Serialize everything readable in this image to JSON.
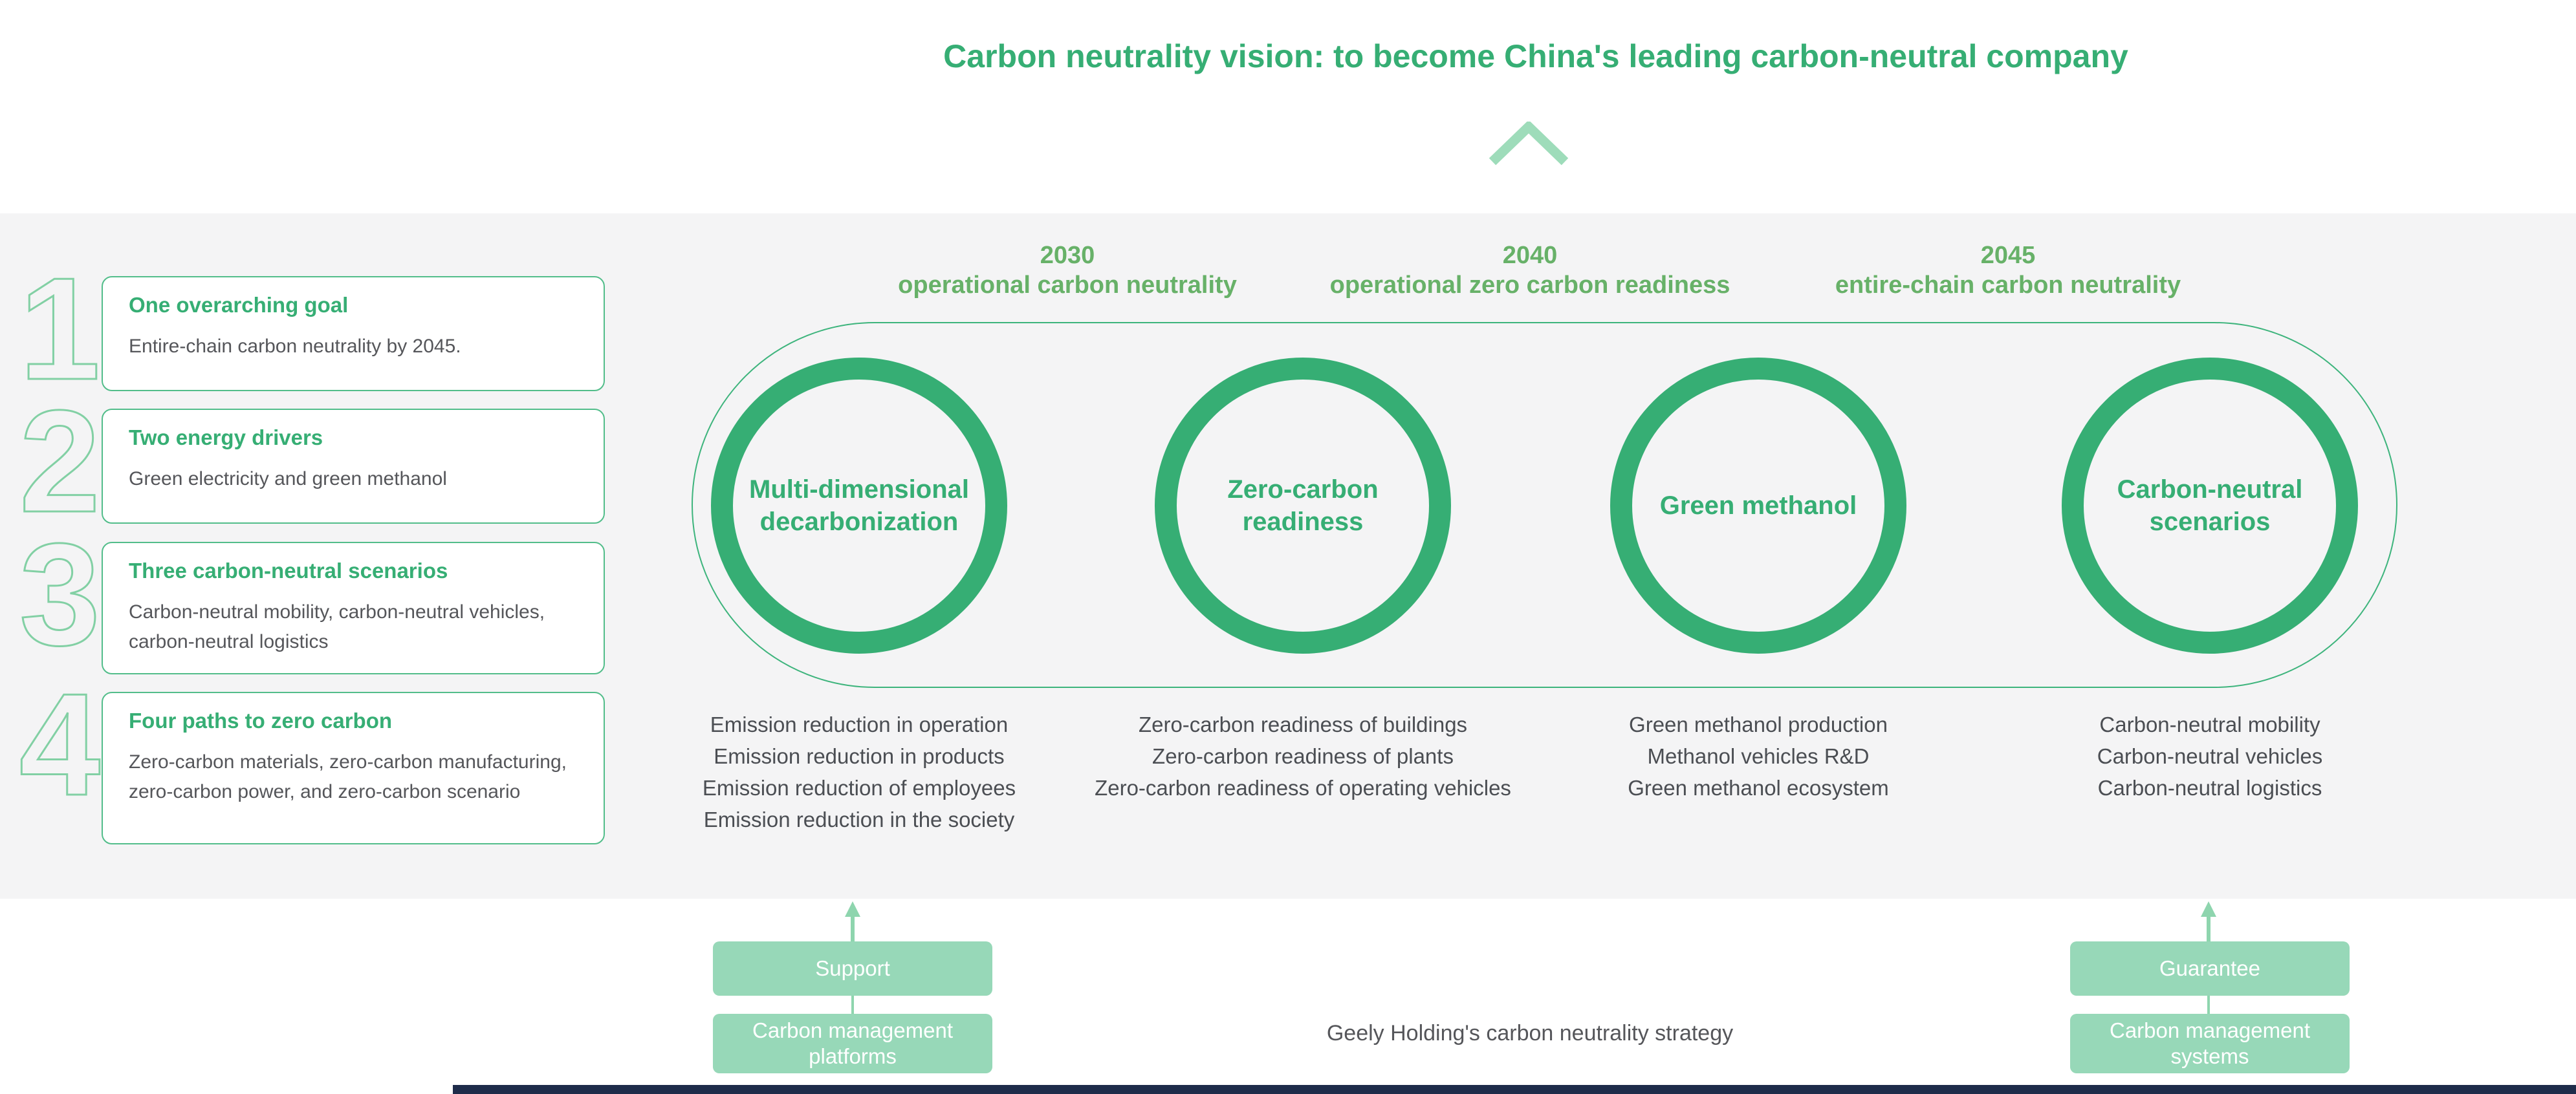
{
  "title": "Carbon neutrality vision: to become China's leading carbon-neutral company",
  "goals": [
    {
      "number": "1",
      "title": "One overarching goal",
      "body": "Entire-chain carbon neutrality by 2045."
    },
    {
      "number": "2",
      "title": "Two energy drivers",
      "body": "Green electricity and green methanol"
    },
    {
      "number": "3",
      "title": "Three carbon-neutral scenarios",
      "body": "Carbon-neutral mobility, carbon-neutral vehicles, carbon-neutral logistics"
    },
    {
      "number": "4",
      "title": "Four paths to zero carbon",
      "body": "Zero-carbon materials, zero-carbon manufacturing, zero-carbon power, and zero-carbon scenario"
    }
  ],
  "milestones": [
    {
      "year": "2030",
      "label": "operational carbon neutrality"
    },
    {
      "year": "2040",
      "label": "operational zero carbon readiness"
    },
    {
      "year": "2045",
      "label": "entire-chain carbon neutrality"
    }
  ],
  "pillars": [
    {
      "name": "Multi-dimensional decarbonization",
      "items": [
        "Emission reduction in operation",
        "Emission reduction in products",
        "Emission reduction of employees",
        "Emission reduction in the society"
      ]
    },
    {
      "name": "Zero-carbon readiness",
      "items": [
        "Zero-carbon readiness of buildings",
        "Zero-carbon readiness of plants",
        "Zero-carbon readiness of operating vehicles"
      ]
    },
    {
      "name": "Green methanol",
      "items": [
        "Green methanol production",
        "Methanol vehicles R&D",
        "Green methanol ecosystem"
      ]
    },
    {
      "name": "Carbon-neutral scenarios",
      "items": [
        "Carbon-neutral mobility",
        "Carbon-neutral vehicles",
        "Carbon-neutral logistics"
      ]
    }
  ],
  "support_stack": {
    "top_box": "Support",
    "bottom_box": "Carbon management platforms"
  },
  "guarantee_stack": {
    "top_box": "Guarantee",
    "bottom_box": "Carbon management systems"
  },
  "caption": "Geely Holding's carbon neutrality strategy",
  "colors": {
    "emerald": "#36ae74",
    "header_green": "#67b168",
    "light_green": "#97d8b8",
    "pale_outline_green": "#82d0a4",
    "body_text": "#55565a",
    "band_bg": "#f4f4f5",
    "footer_bar": "#1e2c4a"
  }
}
